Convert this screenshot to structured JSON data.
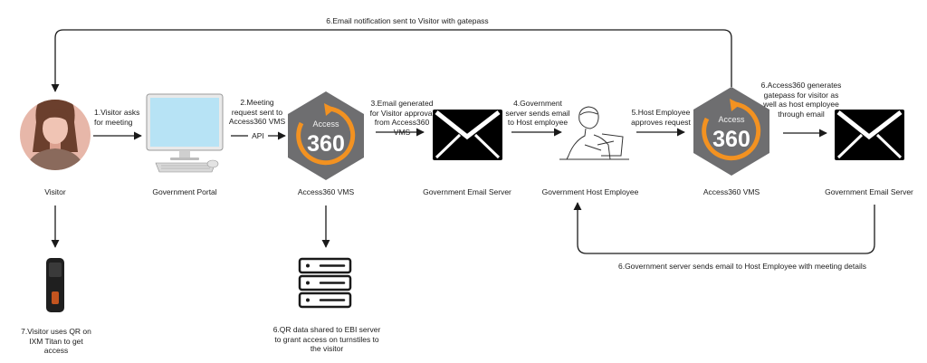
{
  "nodes": {
    "visitor": "Visitor",
    "portal": "Government Portal",
    "vms1": "Access360 VMS",
    "email1": "Government Email Server",
    "host": "Government Host Employee",
    "vms2": "Access360 VMS",
    "email2": "Government Email Server"
  },
  "logo": {
    "brand": "Access",
    "number": "360"
  },
  "steps": {
    "s1": "1.Visitor asks for meeting",
    "s2": "2.Meeting request sent to Access360 VMS",
    "api": "API",
    "s3": "3.Email generated for Visitor approval from Access360 VMS",
    "s4": "4.Government server sends email to Host employee",
    "s5": "5.Host Employee approves request",
    "s6a": "6.Access360 generates gatepass for visitor as well as host employee through email",
    "s6b": "6.Email notification sent to Visitor with gatepass",
    "s6c": "6.Government server sends email to Host Employee with meeting details",
    "s6d": "6.QR data shared to EBI server to grant access on turnstiles to the visitor",
    "s7": "7.Visitor uses QR on IXM Titan to get access"
  },
  "colors": {
    "line": "#1a1a1a",
    "hex": "#6e6e70",
    "orange": "#f39221",
    "skin": "#e7b7a9",
    "hair": "#6b3f2d"
  }
}
